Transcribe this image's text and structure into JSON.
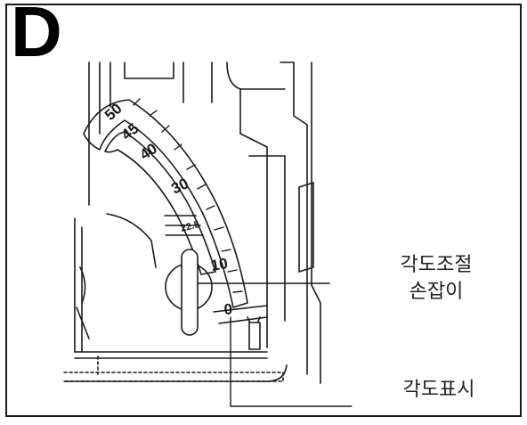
{
  "figure": {
    "panel_label": "D",
    "colors": {
      "line": "#1a1a1a",
      "background": "#ffffff"
    }
  },
  "scale": {
    "labels": [
      "50",
      "45",
      "40",
      "30",
      "22.5",
      "10",
      "0"
    ]
  },
  "callouts": {
    "knob_line1": "각도조절",
    "knob_line2": "손잡이",
    "indicator": "각도표시"
  }
}
